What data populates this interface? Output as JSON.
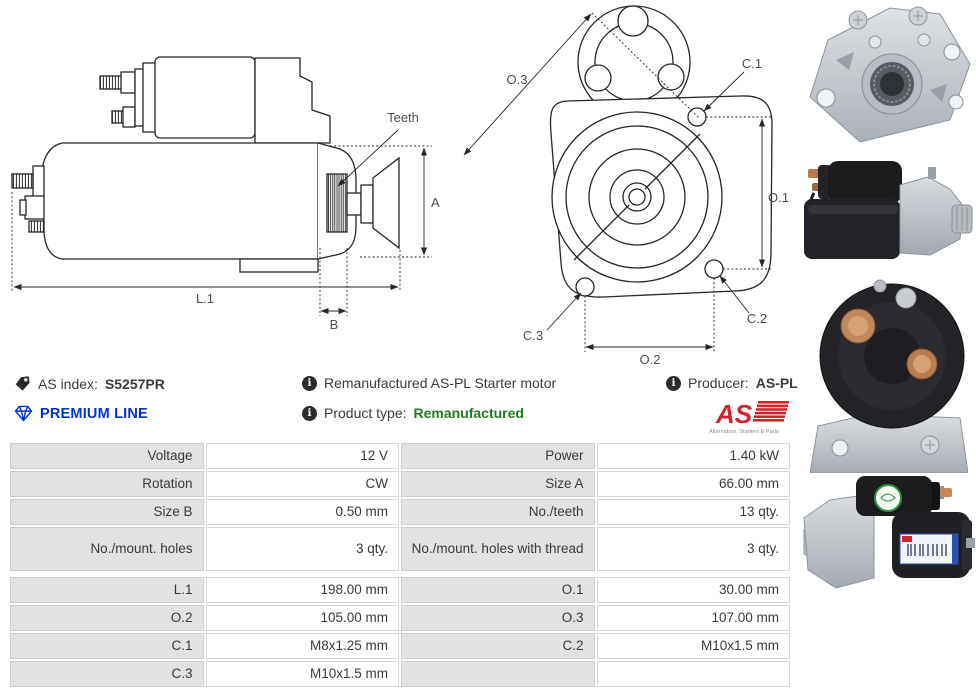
{
  "header": {
    "as_index_label": "AS index:",
    "as_index_value": "S5257PR",
    "premium_line_label": "PREMIUM LINE",
    "description": "Remanufactured AS-PL Starter motor",
    "product_type_label": "Product type:",
    "product_type_value": "Remanufactured",
    "producer_label": "Producer:",
    "producer_value": "AS-PL",
    "logo_text": "AS",
    "logo_tagline": "Alternators, Starters & Parts"
  },
  "icons": {
    "info_glyph": "i",
    "names": [
      "tag-icon",
      "diamond-icon",
      "info-icon",
      "as-logo"
    ]
  },
  "colors": {
    "premium_blue": "#0433cc",
    "type_green": "#1e7d1e",
    "logo_red": "#d5232e",
    "table_label_bg": "#e2e2e2",
    "drawing_line": "#26262b"
  },
  "diagrams": {
    "side_view": {
      "labels": {
        "teeth": "Teeth",
        "a": "A",
        "l1": "L.1",
        "b": "B"
      }
    },
    "front_view": {
      "labels": {
        "o3": "O.3",
        "c1": "C.1",
        "o1": "O.1",
        "c2": "C.2",
        "c3": "C.3",
        "o2": "O.2"
      }
    }
  },
  "photos": [
    {
      "name": "starter-front-flange-photo"
    },
    {
      "name": "starter-side-photo"
    },
    {
      "name": "solenoid-closeup-photo"
    },
    {
      "name": "starter-side-label-photo"
    }
  ],
  "spec_table": {
    "sections": [
      {
        "rows": [
          [
            "Voltage",
            "12 V",
            "Power",
            "1.40 kW"
          ],
          [
            "Rotation",
            "CW",
            "Size A",
            "66.00 mm"
          ],
          [
            "Size B",
            "0.50 mm",
            "No./teeth",
            "13 qty."
          ],
          [
            "No./mount. holes",
            "3 qty.",
            "No./mount. holes with thread",
            "3 qty."
          ]
        ]
      },
      {
        "rows": [
          [
            "L.1",
            "198.00 mm",
            "O.1",
            "30.00 mm"
          ],
          [
            "O.2",
            "105.00 mm",
            "O.3",
            "107.00 mm"
          ],
          [
            "C.1",
            "M8x1.25 mm",
            "C.2",
            "M10x1.5 mm"
          ],
          [
            "C.3",
            "M10x1.5 mm",
            "",
            ""
          ]
        ]
      }
    ]
  }
}
